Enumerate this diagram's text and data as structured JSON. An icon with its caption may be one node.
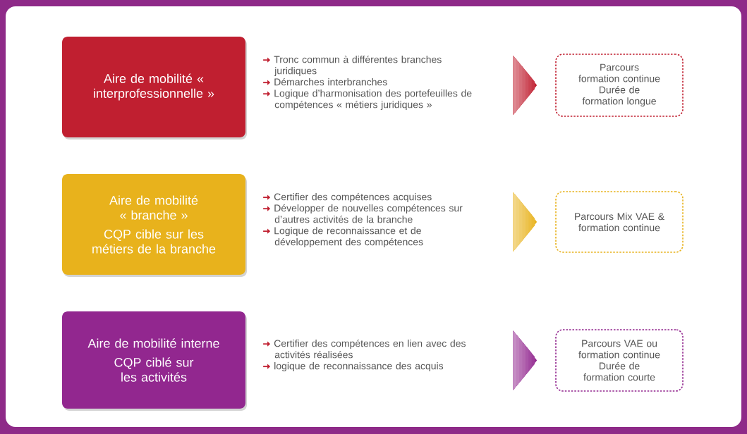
{
  "diagram": {
    "nodes": [
      {
        "text": [
          "Aire de mobilité « interprofessionnelle »"
        ]
      },
      {
        "text": [
          "Tronc commun à différentes branches juridiques",
          "Démarches interbranches",
          "Logique d’harmonisation des portefeuilles de compétences « métiers juridiques »"
        ]
      },
      {
        "text": [
          "Parcours formation continue",
          "Durée de formation longue"
        ]
      },
      {
        "text": [
          "Aire de mobilité « branche »",
          "CQP cible sur les métiers de la branche"
        ]
      },
      {
        "text": [
          "Certifier des compétences acquises",
          "Développer de nouvelles compétences sur d’autres activités de la branche",
          "Logique de reconnaissance et de développement des compétences"
        ]
      },
      {
        "text": [
          "Parcours Mix VAE & formation continue"
        ]
      },
      {
        "text": [
          "Aire de mobilité interne",
          "CQP ciblé sur les activités"
        ]
      },
      {
        "text": [
          "Certifier des compétences en lien avec des activités réalisées",
          "logique de reconnaissance des acquis"
        ]
      },
      {
        "text": [
          "Parcours VAE ou formation continue",
          "Durée de formation courte"
        ]
      }
    ],
    "edges": [
      {
        "from": 1,
        "to": 2,
        "arrow": "to",
        "color": "#c01f30"
      },
      {
        "from": 4,
        "to": 5,
        "arrow": "to",
        "color": "#e8b21c"
      },
      {
        "from": 7,
        "to": 8,
        "arrow": "to",
        "color": "#92278f"
      }
    ]
  }
}
